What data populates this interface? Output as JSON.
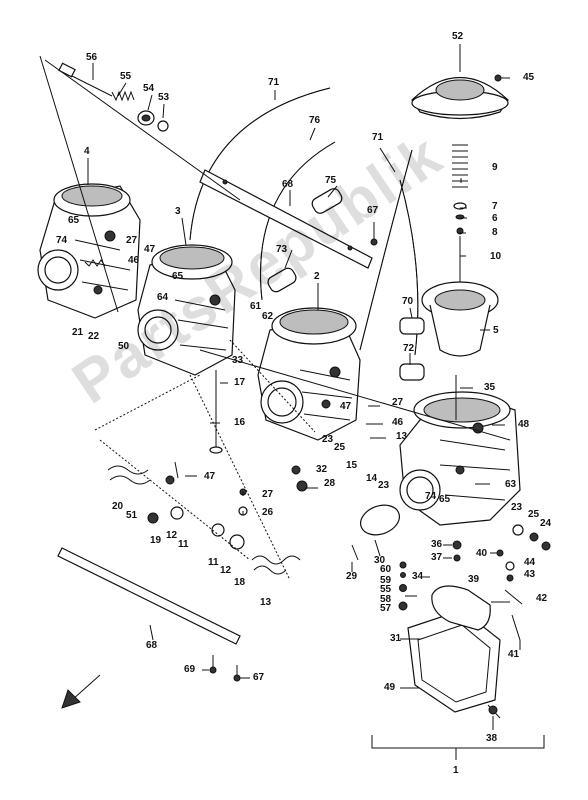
{
  "diagram": {
    "watermark": "PartsRepublik",
    "callouts": [
      {
        "id": "c56",
        "text": "56"
      },
      {
        "id": "c55",
        "text": "55"
      },
      {
        "id": "c54",
        "text": "54"
      },
      {
        "id": "c53",
        "text": "53"
      },
      {
        "id": "c71a",
        "text": "71"
      },
      {
        "id": "c76",
        "text": "76"
      },
      {
        "id": "c71b",
        "text": "71"
      },
      {
        "id": "c52",
        "text": "52"
      },
      {
        "id": "c45",
        "text": "45"
      },
      {
        "id": "c4",
        "text": "4"
      },
      {
        "id": "c9",
        "text": "9"
      },
      {
        "id": "c68a",
        "text": "68"
      },
      {
        "id": "c75",
        "text": "75"
      },
      {
        "id": "c7",
        "text": "7"
      },
      {
        "id": "c6",
        "text": "6"
      },
      {
        "id": "c3",
        "text": "3"
      },
      {
        "id": "c8",
        "text": "8"
      },
      {
        "id": "c65a",
        "text": "65"
      },
      {
        "id": "c67a",
        "text": "67"
      },
      {
        "id": "c74a",
        "text": "74"
      },
      {
        "id": "c27a",
        "text": "27"
      },
      {
        "id": "c47a",
        "text": "47"
      },
      {
        "id": "c73",
        "text": "73"
      },
      {
        "id": "c10",
        "text": "10"
      },
      {
        "id": "c46",
        "text": "46"
      },
      {
        "id": "c65b",
        "text": "65"
      },
      {
        "id": "c2",
        "text": "2"
      },
      {
        "id": "c64",
        "text": "64"
      },
      {
        "id": "c61",
        "text": "61"
      },
      {
        "id": "c62",
        "text": "62"
      },
      {
        "id": "c70",
        "text": "70"
      },
      {
        "id": "c21",
        "text": "21"
      },
      {
        "id": "c22",
        "text": "22"
      },
      {
        "id": "c5",
        "text": "5"
      },
      {
        "id": "c50",
        "text": "50"
      },
      {
        "id": "c72",
        "text": "72"
      },
      {
        "id": "c33",
        "text": "33"
      },
      {
        "id": "c35",
        "text": "35"
      },
      {
        "id": "c17",
        "text": "17"
      },
      {
        "id": "c47b",
        "text": "47"
      },
      {
        "id": "c27b",
        "text": "27"
      },
      {
        "id": "c16",
        "text": "16"
      },
      {
        "id": "c48",
        "text": "48"
      },
      {
        "id": "c46b",
        "text": "46"
      },
      {
        "id": "c13a",
        "text": "13"
      },
      {
        "id": "c23a",
        "text": "23"
      },
      {
        "id": "c25a",
        "text": "25"
      },
      {
        "id": "c15",
        "text": "15"
      },
      {
        "id": "c32",
        "text": "32"
      },
      {
        "id": "c14",
        "text": "14"
      },
      {
        "id": "c23b",
        "text": "23"
      },
      {
        "id": "c28",
        "text": "28"
      },
      {
        "id": "c47c",
        "text": "47"
      },
      {
        "id": "c63",
        "text": "63"
      },
      {
        "id": "c74b",
        "text": "74"
      },
      {
        "id": "c65c",
        "text": "65"
      },
      {
        "id": "c20",
        "text": "20"
      },
      {
        "id": "c51",
        "text": "51"
      },
      {
        "id": "c27c",
        "text": "27"
      },
      {
        "id": "c26",
        "text": "26"
      },
      {
        "id": "c23c",
        "text": "23"
      },
      {
        "id": "c25b",
        "text": "25"
      },
      {
        "id": "c24",
        "text": "24"
      },
      {
        "id": "c19",
        "text": "19"
      },
      {
        "id": "c12a",
        "text": "12"
      },
      {
        "id": "c11a",
        "text": "11"
      },
      {
        "id": "c30",
        "text": "30"
      },
      {
        "id": "c36",
        "text": "36"
      },
      {
        "id": "c40",
        "text": "40"
      },
      {
        "id": "c44",
        "text": "44"
      },
      {
        "id": "c37",
        "text": "37"
      },
      {
        "id": "c11b",
        "text": "11"
      },
      {
        "id": "c12b",
        "text": "12"
      },
      {
        "id": "c29",
        "text": "29"
      },
      {
        "id": "c60",
        "text": "60"
      },
      {
        "id": "c43",
        "text": "43"
      },
      {
        "id": "c59",
        "text": "59"
      },
      {
        "id": "c34",
        "text": "34"
      },
      {
        "id": "c18",
        "text": "18"
      },
      {
        "id": "c55b",
        "text": "55"
      },
      {
        "id": "c39",
        "text": "39"
      },
      {
        "id": "c58",
        "text": "58"
      },
      {
        "id": "c42",
        "text": "42"
      },
      {
        "id": "c13b",
        "text": "13"
      },
      {
        "id": "c57",
        "text": "57"
      },
      {
        "id": "c31",
        "text": "31"
      },
      {
        "id": "c68b",
        "text": "68"
      },
      {
        "id": "c41",
        "text": "41"
      },
      {
        "id": "c69",
        "text": "69"
      },
      {
        "id": "c67b",
        "text": "67"
      },
      {
        "id": "c49",
        "text": "49"
      },
      {
        "id": "c38",
        "text": "38"
      },
      {
        "id": "c1",
        "text": "1"
      }
    ]
  }
}
